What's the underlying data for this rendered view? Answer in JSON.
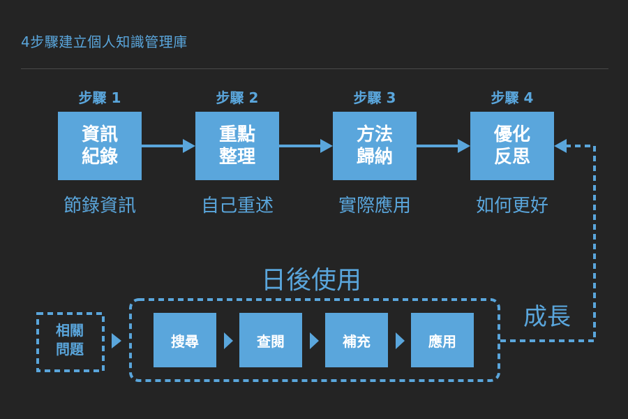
{
  "title": "4步驟建立個人知識管理庫",
  "steps": [
    {
      "label": "步驟 1",
      "box": "資訊\n紀錄",
      "caption": "節錄資訊"
    },
    {
      "label": "步驟 2",
      "box": "重點\n整理",
      "caption": "自己重述"
    },
    {
      "label": "步驟 3",
      "box": "方法\n歸納",
      "caption": "實際應用"
    },
    {
      "label": "步驟 4",
      "box": "優化\n反思",
      "caption": "如何更好"
    }
  ],
  "later": {
    "title": "日後使用",
    "related": "相關\n問題",
    "actions": [
      "搜尋",
      "查閱",
      "補充",
      "應用"
    ]
  },
  "growth_label": "成長",
  "colors": {
    "accent": "#5aa6dc",
    "background": "#242424",
    "box_text": "#ffffff"
  }
}
